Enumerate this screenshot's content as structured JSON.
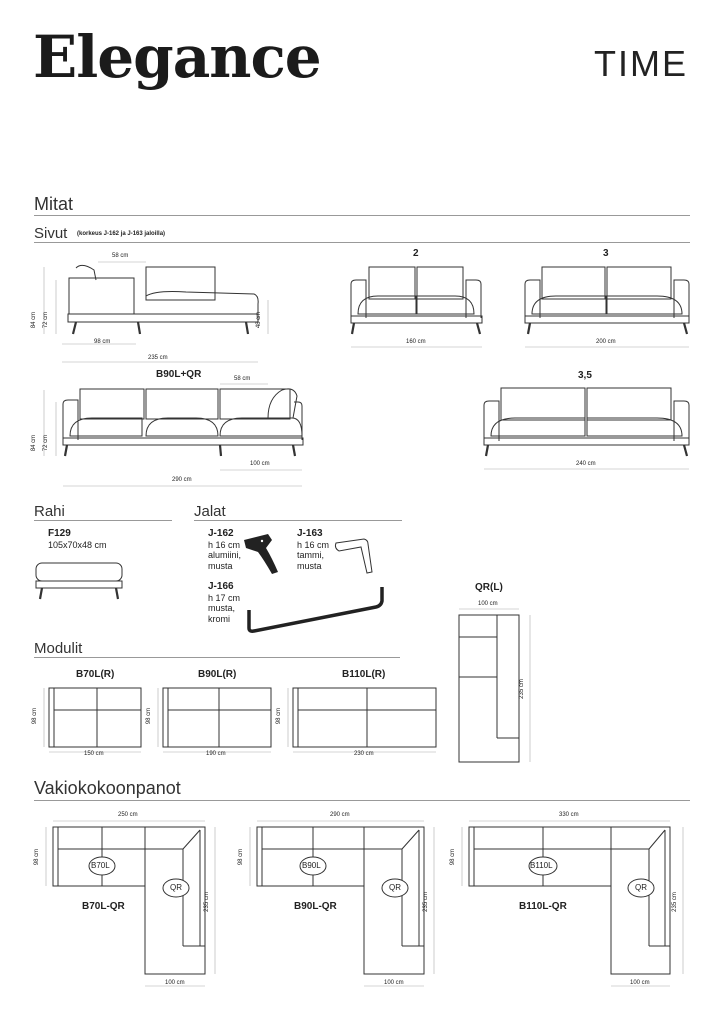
{
  "header": {
    "brand": "Elegance",
    "model": "TIME"
  },
  "sections": {
    "mitat": "Mitat",
    "sivut": "Sivut",
    "sivut_note": "(korkeus J-162 ja J-163 jaloilla)",
    "rahi": "Rahi",
    "jalat": "Jalat",
    "modulit": "Modulit",
    "vakio": "Vakiokokoonpanot"
  },
  "sides": {
    "first": {
      "d_58": "58 cm",
      "d_98": "98 cm",
      "d_235": "235 cm",
      "d_84": "84 cm",
      "d_72": "72 cm",
      "d_48": "48 cm"
    },
    "sofa2": {
      "label": "2",
      "width": "160 cm"
    },
    "sofa3": {
      "label": "3",
      "width": "200 cm"
    },
    "b90lqr": {
      "label": "B90L+QR",
      "d_58": "58 cm",
      "d_100": "100 cm",
      "d_290": "290 cm",
      "d_84": "84 cm",
      "d_72": "72 cm"
    },
    "sofa35": {
      "label": "3,5",
      "width": "240 cm"
    }
  },
  "rahi": {
    "code": "F129",
    "size": "105x70x48 cm"
  },
  "legs": [
    {
      "code": "J-162",
      "l1": "h 16 cm",
      "l2": "alumiini,",
      "l3": "musta"
    },
    {
      "code": "J-163",
      "l1": "h 16 cm",
      "l2": "tammi,",
      "l3": "musta"
    },
    {
      "code": "J-166",
      "l1": "h 17 cm",
      "l2": "musta,",
      "l3": "kromi"
    }
  ],
  "modules": {
    "b70": {
      "label": "B70L(R)",
      "width": "150 cm",
      "depth": "98 cm"
    },
    "b90": {
      "label": "B90L(R)",
      "width": "190 cm",
      "depth": "98 cm"
    },
    "b110": {
      "label": "B110L(R)",
      "width": "230 cm",
      "depth": "98 cm"
    },
    "qr": {
      "label": "QR(L)",
      "width": "100 cm",
      "length": "235 cm"
    }
  },
  "configs": [
    {
      "name": "B70L-QR",
      "tag": "B70L",
      "qr": "QR",
      "width": "250 cm",
      "depth": "98 cm",
      "length": "235 cm",
      "qrw": "100 cm"
    },
    {
      "name": "B90L-QR",
      "tag": "B90L",
      "qr": "QR",
      "width": "290 cm",
      "depth": "98 cm",
      "length": "235 cm",
      "qrw": "100 cm"
    },
    {
      "name": "B110L-QR",
      "tag": "B110L",
      "qr": "QR",
      "width": "330 cm",
      "depth": "98 cm",
      "length": "235 cm",
      "qrw": "100 cm"
    }
  ]
}
